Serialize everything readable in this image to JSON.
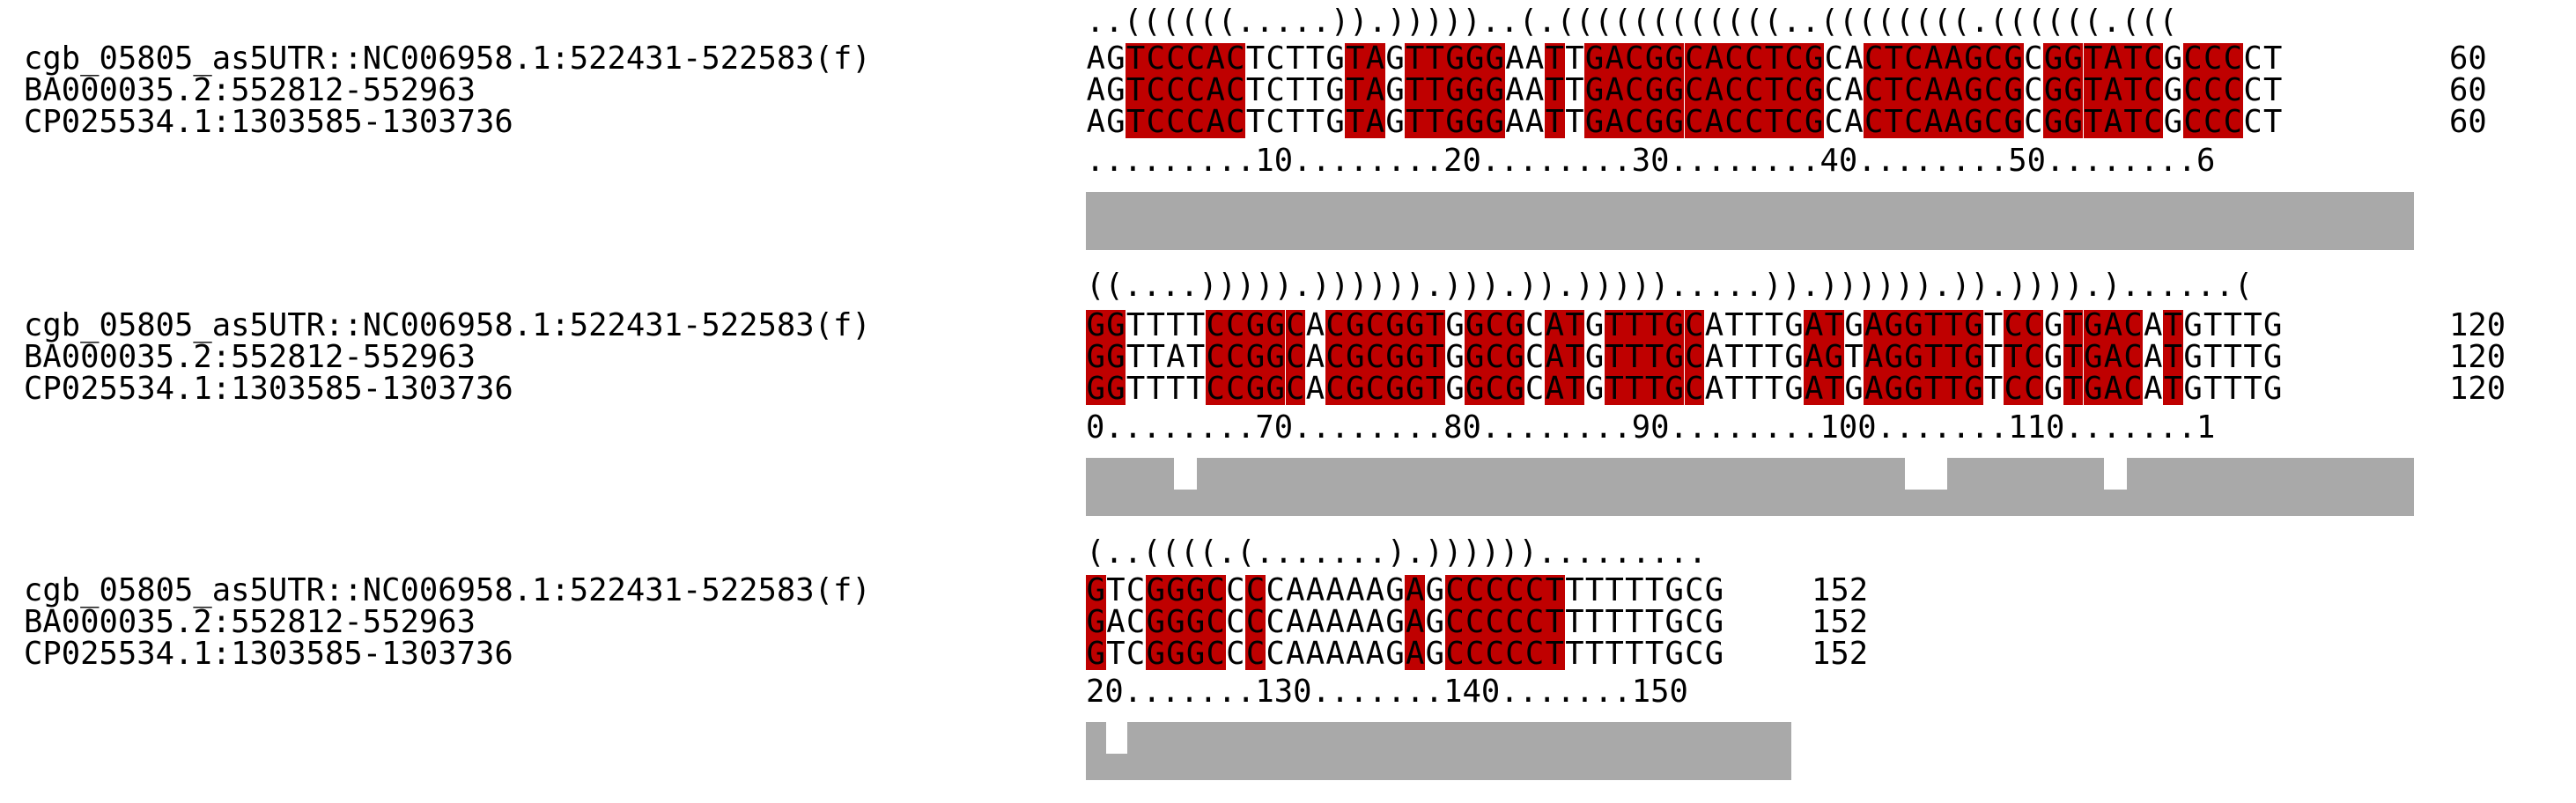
{
  "colors": {
    "strong": "#bf0000",
    "medium": "#d95f5f",
    "compensatory": "#b3a714",
    "bar": "#a9a9a9"
  },
  "blocks": [
    {
      "structure": "..((((((.....)).)))))..(.((((((((((((..((((((((.((((((.(((",
      "rows": [
        {
          "name": "cgb_05805_as5UTR::NC006958.1:522431-522583(f)",
          "seq": "AGTCCCACTCTTGTAGTTGGGAATTGACGGCACCTCGCACTCAAGCGCGGTATCGCCCCT",
          "end": "60"
        },
        {
          "name": "BA000035.2:552812-552963",
          "seq": "AGTCCCACTCTTGTAGTTGGGAATTGACGGCACCTCGCACTCAAGCGCGGTATCGCCCCT",
          "end": "60"
        },
        {
          "name": "CP025534.1:1303585-1303736",
          "seq": "AGTCCCACTCTTGTAGTTGGGAATTGACGGCACCTCGCACTCAAGCGCGGTATCGCCCCT",
          "end": "60"
        }
      ],
      "ruler": ".........10........20........30........40........50........6"
    },
    {
      "structure": "((....))))).)))))).))).)).))))).....)).)))))).)).)))).)......(",
      "rows": [
        {
          "name": "cgb_05805_as5UTR::NC006958.1:522431-522583(f)",
          "seq": "GGTTTTCCGGCACGCGGTGGCGCATGTTTGCATTTGATGAGGTTGTCCGTGACATGTTTG",
          "end": "120"
        },
        {
          "name": "BA000035.2:552812-552963",
          "seq": "GGTTATCCGGCACGCGGTGGCGCATGTTTGCATTTGAGTAGGTTGTTCGTGACATGTTTG",
          "end": "120"
        },
        {
          "name": "CP025534.1:1303585-1303736",
          "seq": "GGTTTTCCGGCACGCGGTGGCGCATGTTTGCATTTGATGAGGTTGTCCGTGACATGTTTG",
          "end": "120"
        }
      ],
      "ruler": "0........70........80........90........100.......110.......1"
    },
    {
      "structure": "(..((((.(.......).)))))).........",
      "rows": [
        {
          "name": "cgb_05805_as5UTR::NC006958.1:522431-522583(f)",
          "seq": "GTCGGGCCCCAAAAAGAGCCCCCTTTTTTGCG",
          "end": "152"
        },
        {
          "name": "BA000035.2:552812-552963",
          "seq": "GACGGGCCCCAAAAAGAGCCCCCTTTTTTGCG",
          "end": "152"
        },
        {
          "name": "CP025534.1:1303585-1303736",
          "seq": "GTCGGGCCCCAAAAAGAGCCCCCTTTTTTGCG",
          "end": "152"
        }
      ],
      "ruler": "20.......130.......140.......150"
    }
  ]
}
